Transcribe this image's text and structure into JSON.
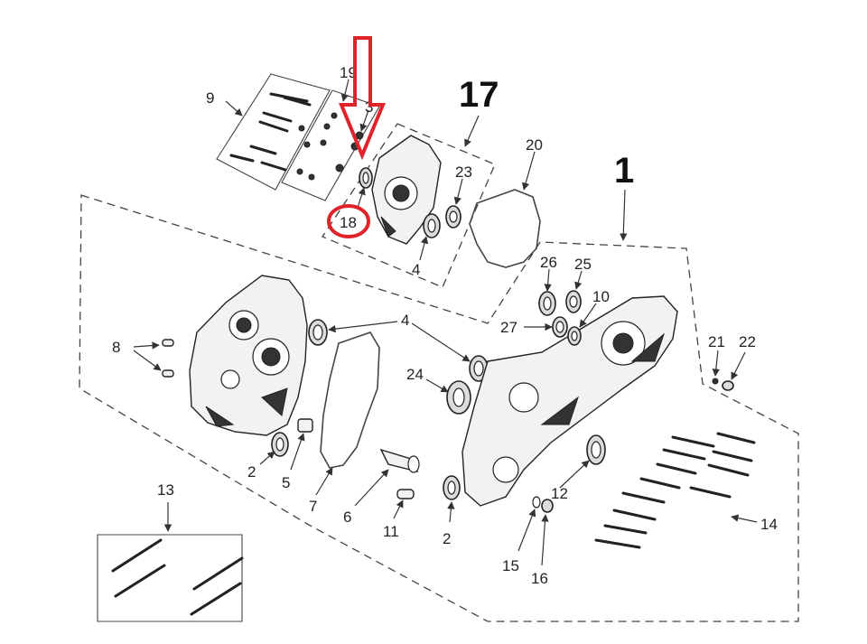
{
  "diagram": {
    "labels": [
      "9",
      "19",
      "3",
      "17",
      "20",
      "23",
      "18",
      "4",
      "1",
      "26",
      "25",
      "10",
      "27",
      "4",
      "8",
      "24",
      "21",
      "22",
      "2",
      "5",
      "7",
      "6",
      "11",
      "12",
      "2",
      "14",
      "13",
      "15",
      "16"
    ],
    "highlight_color": "#e0232b",
    "line_color": "#333333"
  }
}
